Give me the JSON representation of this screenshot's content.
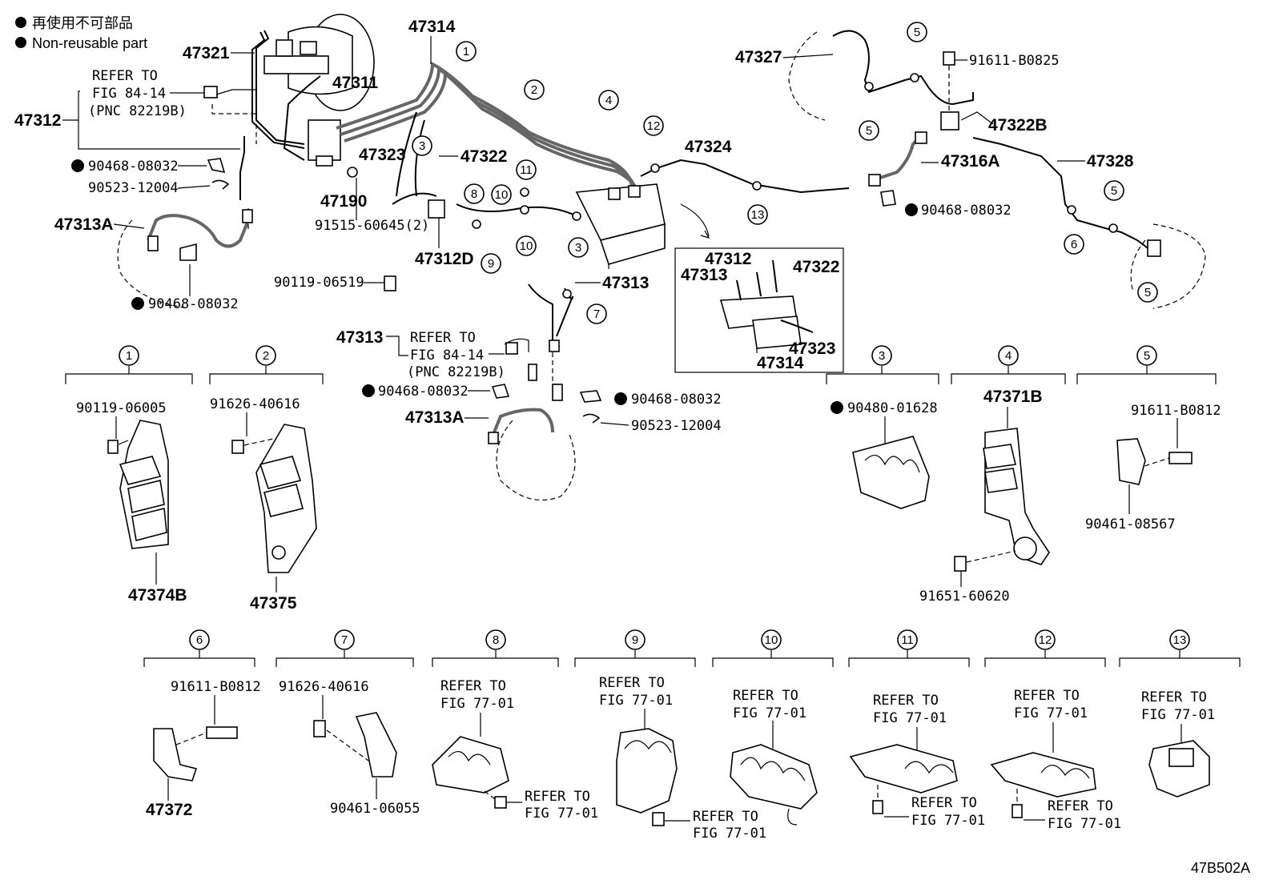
{
  "legend": {
    "line1": "再使用不可部品",
    "line2": "Non-reusable part"
  },
  "diagram_id": "47B502A",
  "refer_fig84": {
    "a": "REFER TO",
    "b": "FIG 84-14",
    "c": "(PNC 82219B)"
  },
  "refer_fig77": {
    "a": "REFER TO",
    "b": "FIG 77-01"
  },
  "labels": {
    "p47321": "47321",
    "p47311": "47311",
    "p47312": "47312",
    "p47314": "47314",
    "p47323": "47323",
    "p47322": "47322",
    "p47190": "47190",
    "p47313A_left": "47313A",
    "p47312D": "47312D",
    "p47313": "47313",
    "p47313_b": "47313",
    "p47313A_mid": "47313A",
    "p47324": "47324",
    "p47327": "47327",
    "p47322B": "47322B",
    "p47316A": "47316A",
    "p47328": "47328",
    "p90468_08032": "90468-08032",
    "p90523_12004": "90523-12004",
    "p91515_60645": "91515-60645(2)",
    "p90119_06519": "90119-06519",
    "p91611_B0825": "91611-B0825",
    "p90119_06005": "90119-06005",
    "p91626_40616": "91626-40616",
    "p90480_01628": "90480-01628",
    "p47371B": "47371B",
    "p91611_B0812": "91611-B0812",
    "p90461_08567": "90461-08567",
    "p91651_60620": "91651-60620",
    "p47374B": "47374B",
    "p47375": "47375",
    "p47372": "47372",
    "p90461_06055": "90461-06055",
    "inset_47312": "47312",
    "inset_47322": "47322",
    "inset_47313": "47313",
    "inset_47323": "47323",
    "inset_47314": "47314"
  },
  "callouts": [
    "1",
    "2",
    "3",
    "4",
    "5",
    "6",
    "7",
    "8",
    "9",
    "10",
    "11",
    "12",
    "13"
  ]
}
